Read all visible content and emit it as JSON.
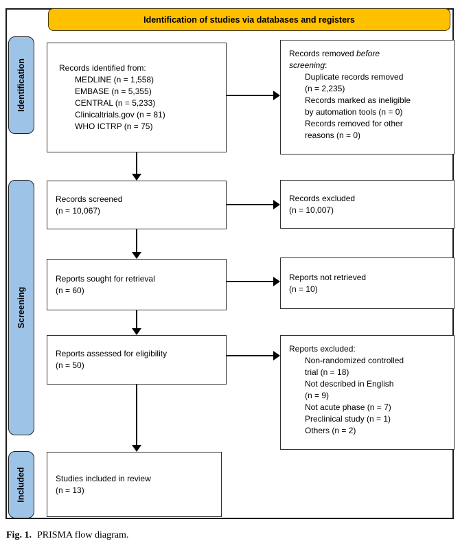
{
  "figure": {
    "header": "Identification of studies via databases and registers",
    "caption_label": "Fig. 1.",
    "caption_text": "PRISMA flow diagram."
  },
  "colors": {
    "banner_fill": "#FFC000",
    "stage_bar_fill": "#9DC3E6",
    "box_border": "#2e2e2e",
    "arrow": "#000000"
  },
  "stages": {
    "identification": "Identification",
    "screening": "Screening",
    "included": "Included"
  },
  "boxes": {
    "identified": {
      "title": "Records identified from:",
      "items": [
        "MEDLINE (n = 1,558)",
        "EMBASE (n = 5,355)",
        "CENTRAL (n = 5,233)",
        "Clinicaltrials.gov (n = 81)",
        "WHO ICTRP (n = 75)"
      ]
    },
    "removed": {
      "title_line1_regular": "Records removed ",
      "title_line1_italic": "before",
      "title_line2_italic": "screening",
      "title_line2_suffix": ":",
      "items": [
        {
          "lines": [
            "Duplicate records removed",
            "(n = 2,235)"
          ]
        },
        {
          "lines": [
            "Records marked as ineligible",
            "by automation tools (n = 0)"
          ]
        },
        {
          "lines": [
            "Records removed for other",
            "reasons (n = 0)"
          ]
        }
      ]
    },
    "screened": {
      "lines": [
        "Records screened",
        "(n = 10,067)"
      ]
    },
    "excluded": {
      "lines": [
        "Records excluded",
        "(n = 10,007)"
      ]
    },
    "sought": {
      "lines": [
        "Reports sought for retrieval",
        "(n = 60)"
      ]
    },
    "not_retrieved": {
      "lines": [
        "Reports not retrieved",
        "(n = 10)"
      ]
    },
    "assessed": {
      "lines": [
        "Reports assessed for eligibility",
        "(n = 50)"
      ]
    },
    "reports_excluded": {
      "title": "Reports excluded:",
      "items": [
        {
          "lines": [
            "Non-randomized controlled",
            "trial (n = 18)"
          ]
        },
        {
          "lines": [
            "Not described in English",
            "(n = 9)"
          ]
        },
        {
          "lines": [
            "Not acute phase (n = 7)"
          ]
        },
        {
          "lines": [
            "Preclinical study (n = 1)"
          ]
        },
        {
          "lines": [
            "Others (n = 2)"
          ]
        }
      ]
    },
    "included_in_review": {
      "lines": [
        "Studies included in review",
        "(n = 13)"
      ]
    }
  }
}
